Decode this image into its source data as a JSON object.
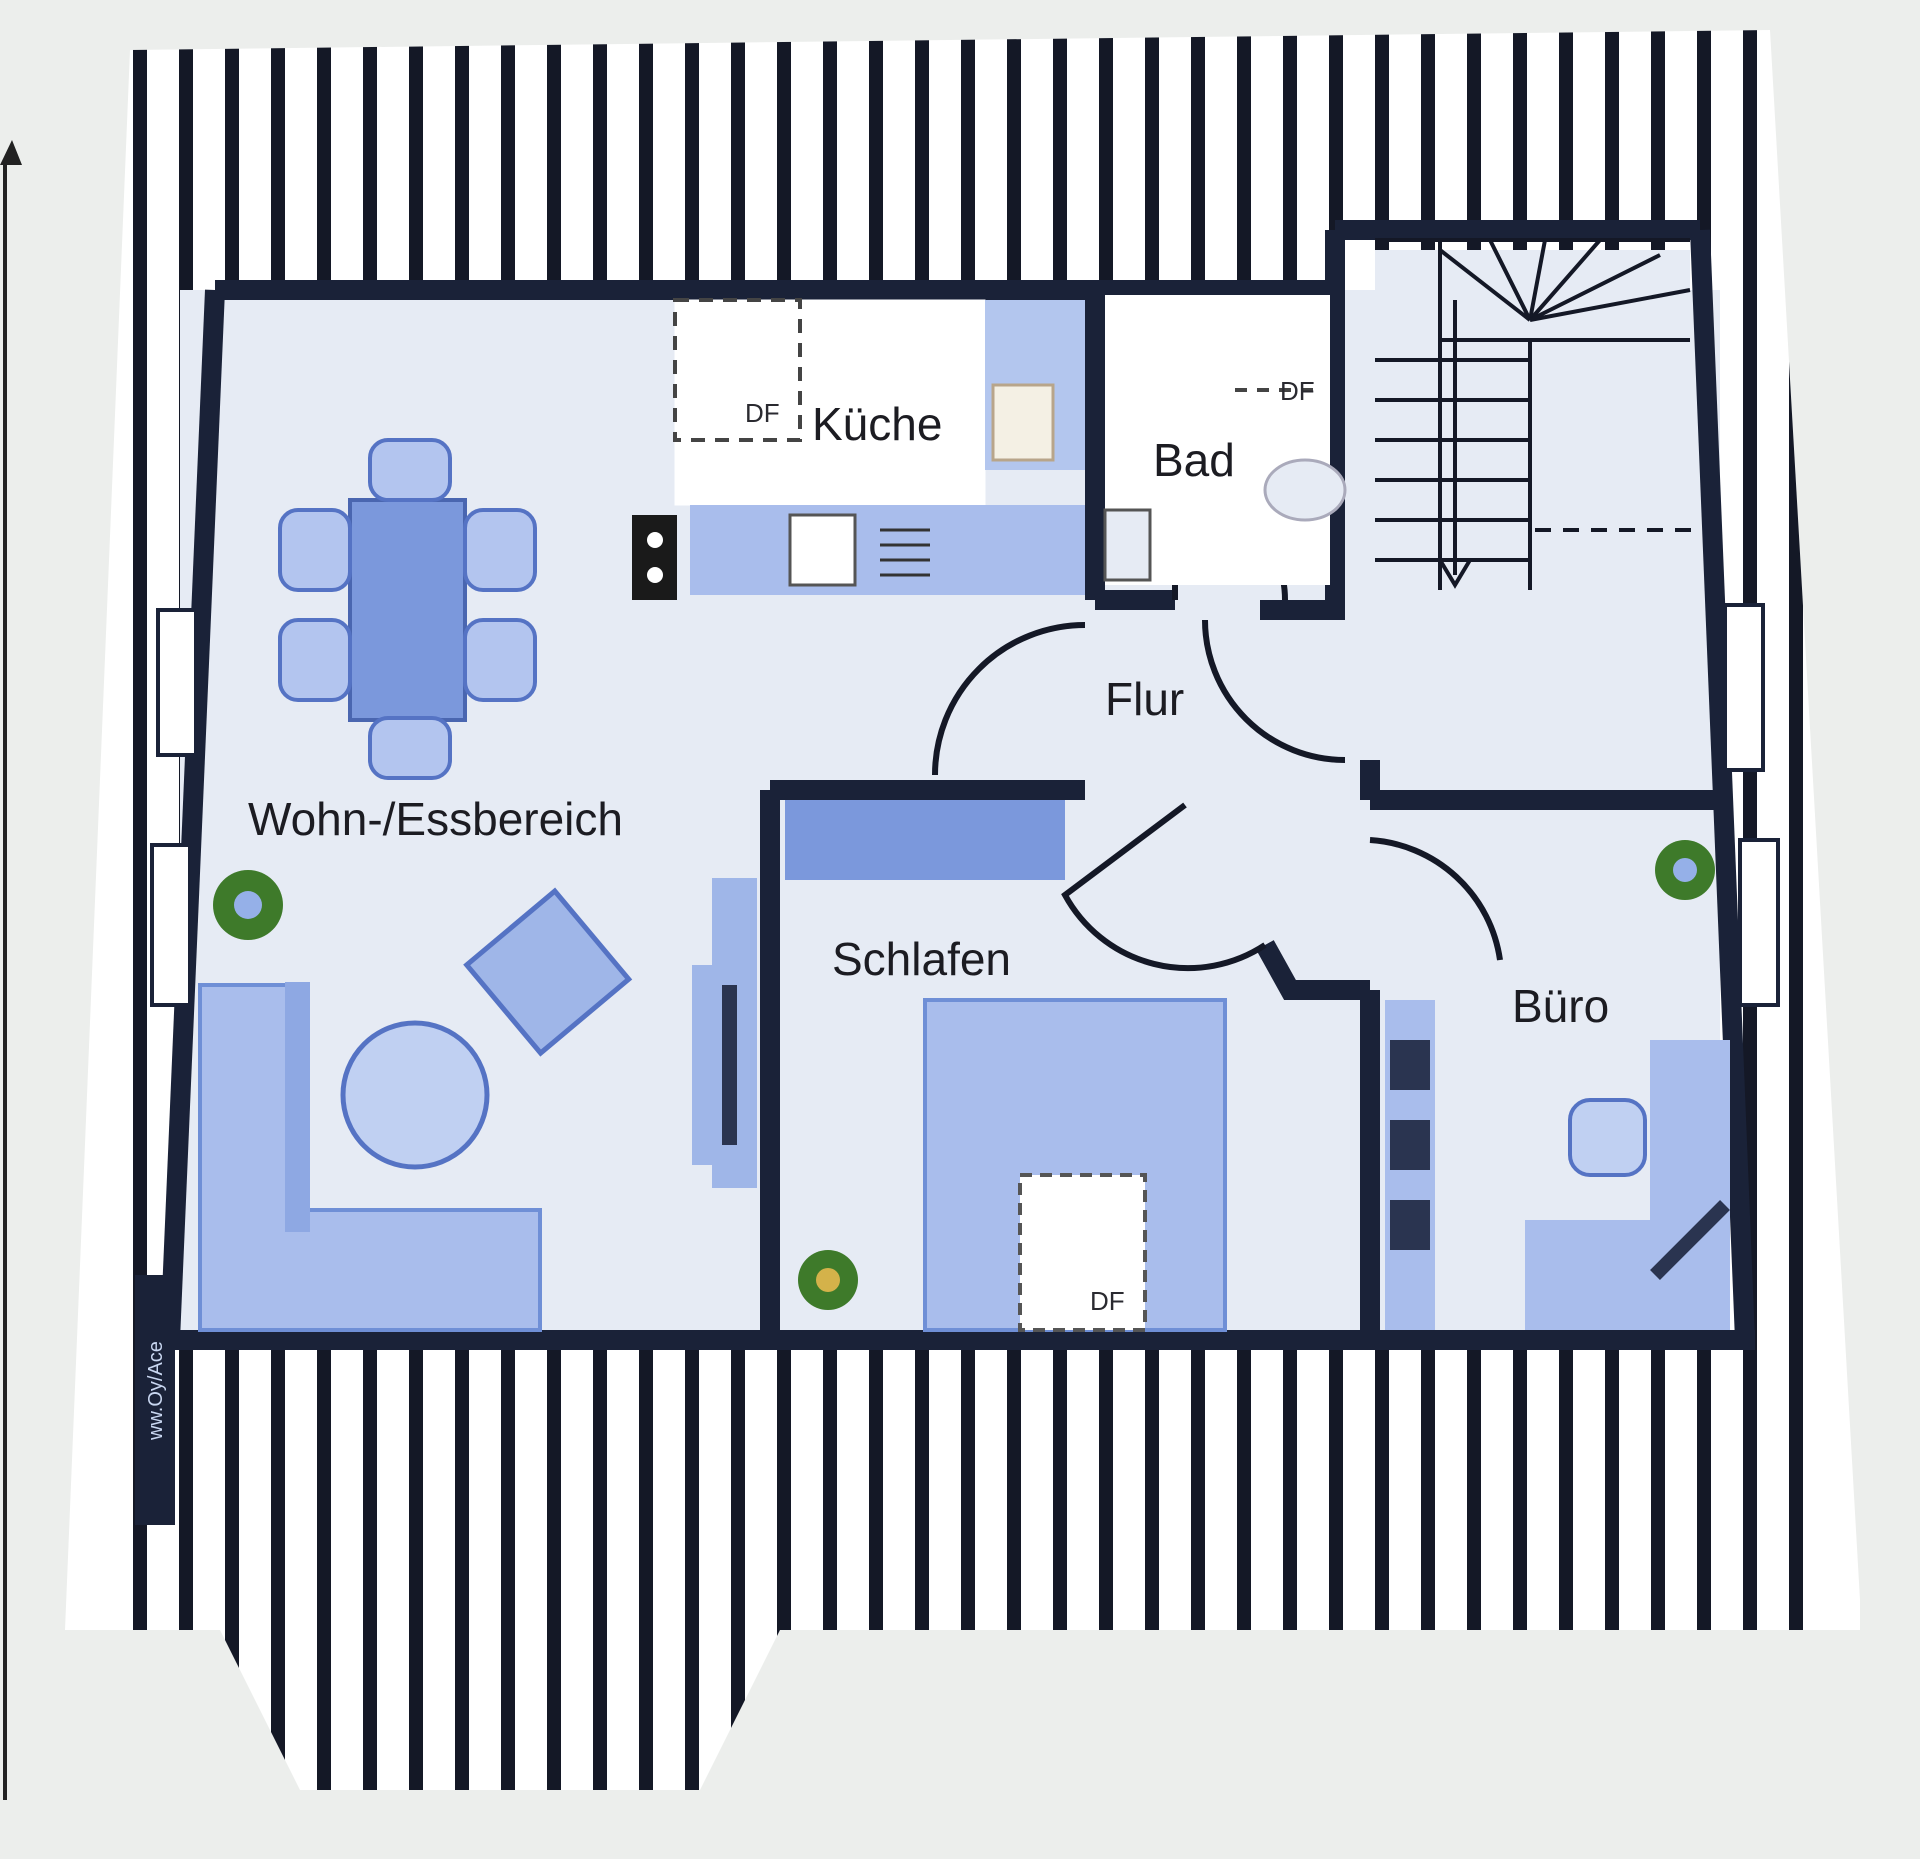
{
  "rooms": {
    "kitchen": "Küche",
    "bath": "Bad",
    "hall": "Flur",
    "living": "Wohn-/Essbereich",
    "bedroom": "Schlafen",
    "office": "Büro"
  },
  "markers": {
    "df_kitchen": "DF",
    "df_bath": "DF",
    "df_bedroom": "DF"
  },
  "copyright": "ww.Oy/Ace",
  "colors": {
    "wall": "#1a2238",
    "floor": "#e6ebf4",
    "furniture": "#9fb6e8",
    "furniture_dark": "#6f8fd6",
    "roof_stripe": "#141826",
    "background": "#eceeec"
  }
}
